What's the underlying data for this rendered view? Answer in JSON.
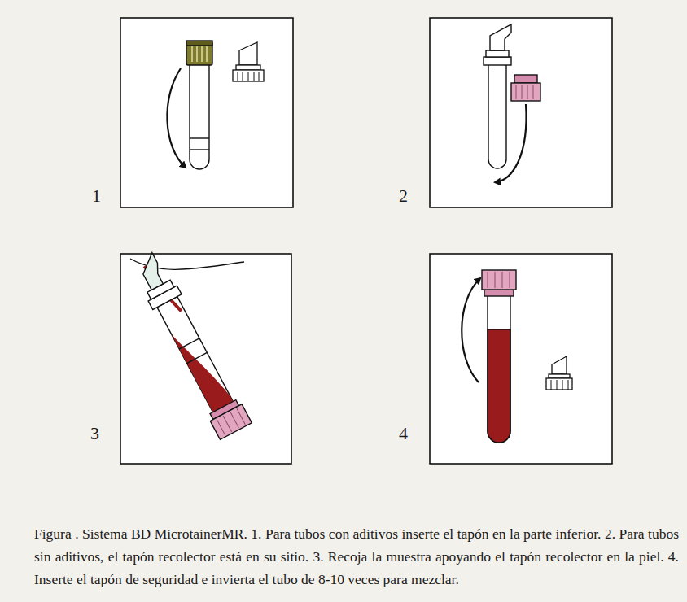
{
  "diagram": {
    "caption": "Figura . Sistema BD MicrotainerMR. 1. Para tubos con aditivos inserte el tapón en la parte inferior. 2. Para tubos sin aditivos, el tapón recolector está en su sitio. 3. Recoja la muestra apoyando el tapón recolector en la piel. 4. Inserte el tapón de seguridad e invierta el tubo de 8-10 veces para mezclar.",
    "labels": [
      "1",
      "2",
      "3",
      "4"
    ]
  }
}
